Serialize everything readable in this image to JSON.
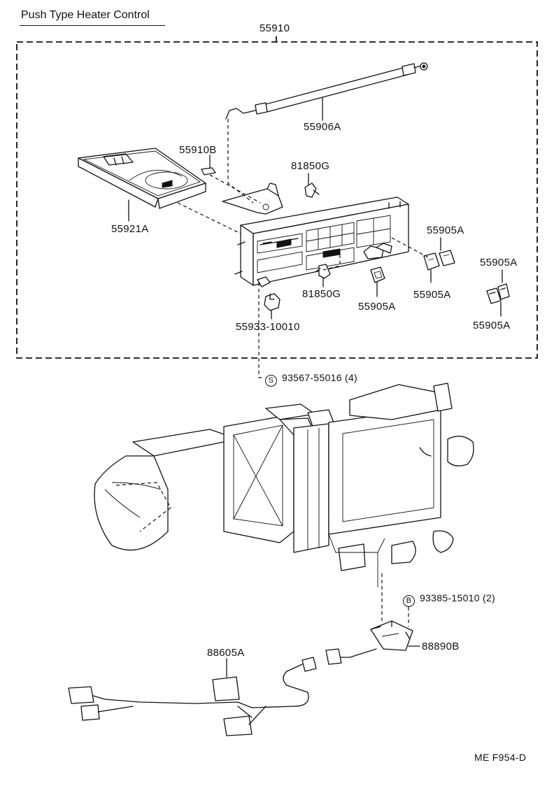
{
  "title": "Push Type Heater Control",
  "labels": {
    "assembly": "55910",
    "cable": "55906A",
    "bracket_part": "55910B",
    "bulb_top": "81850G",
    "panel": "55921A",
    "knob_top_right": "55905A",
    "knob_far_right": "55905A",
    "knob_mid_right": "55905A",
    "knob_lower_far_right": "55905A",
    "knob_center": "55905A",
    "bulb_bottom": "81850G",
    "clip": "55933-10010",
    "screw": {
      "symbol": "S",
      "text": "93567-55016 (4)"
    },
    "bolt": {
      "symbol": "B",
      "text": "93385-15010 (2)"
    },
    "harness": "88605A",
    "resistor": "88890B",
    "code": "ME F954-D"
  }
}
